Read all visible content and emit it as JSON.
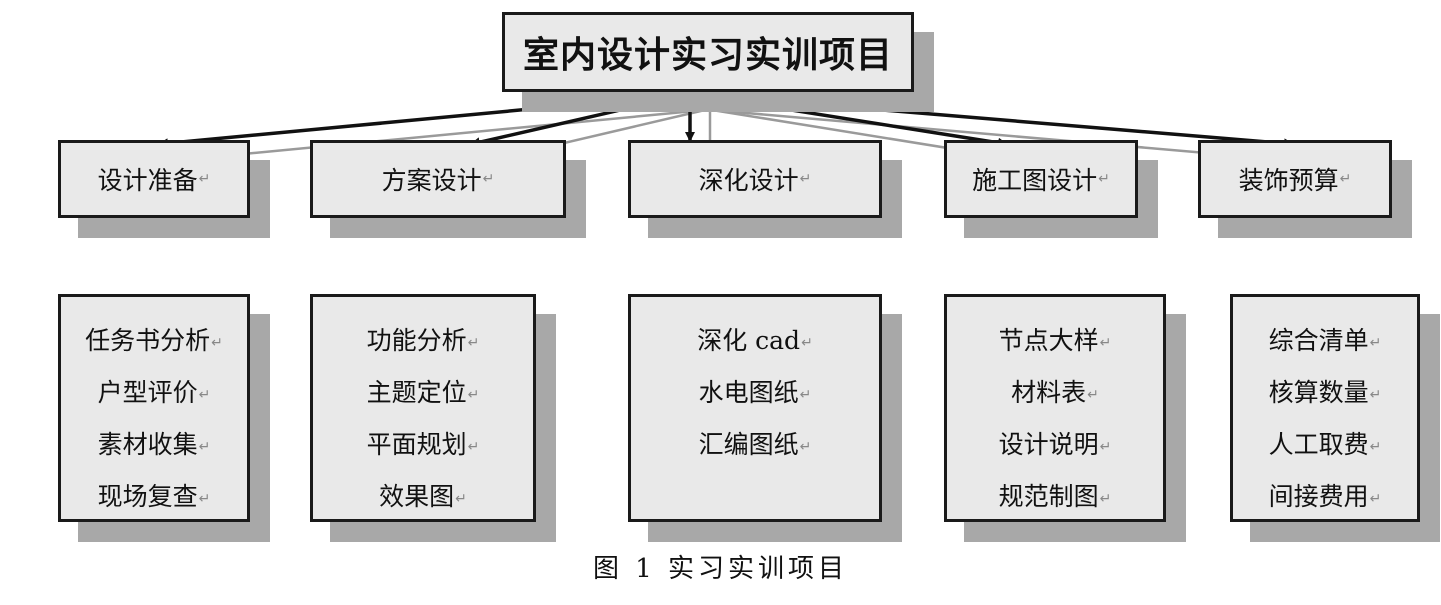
{
  "title": "室内设计实习实训项目",
  "return_mark": "↵",
  "categories": [
    {
      "label": "设计准备",
      "items": [
        "任务书分析",
        "户型评价",
        "素材收集",
        "现场复查"
      ]
    },
    {
      "label": "方案设计",
      "items": [
        "功能分析",
        "主题定位",
        "平面规划",
        "效果图"
      ]
    },
    {
      "label": "深化设计",
      "items": [
        "深化 cad",
        "水电图纸",
        "汇编图纸"
      ]
    },
    {
      "label": "施工图设计",
      "items": [
        "节点大样",
        "材料表",
        "设计说明",
        "规范制图"
      ]
    },
    {
      "label": "装饰预算",
      "items": [
        "综合清单",
        "核算数量",
        "人工取费",
        "间接费用"
      ]
    }
  ],
  "caption": "图 1  实习实训项目"
}
